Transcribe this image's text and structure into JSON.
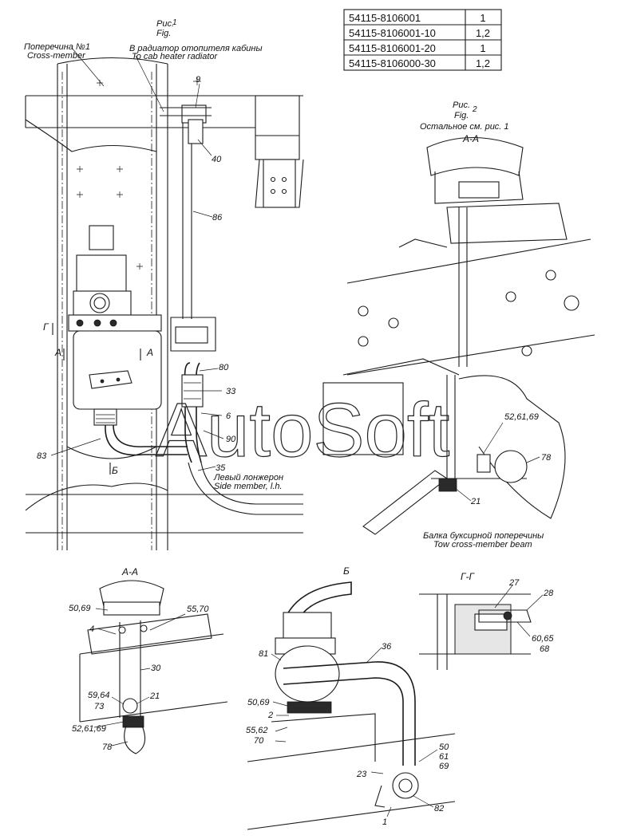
{
  "parts_table": [
    {
      "part": "54115-8106001",
      "qty": "1"
    },
    {
      "part": "54115-8106001-10",
      "qty": "1,2"
    },
    {
      "part": "54115-8106001-20",
      "qty": "1"
    },
    {
      "part": "54115-8106000-30",
      "qty": "1,2"
    }
  ],
  "fig1": {
    "title_ru": "Рис.",
    "num": "1",
    "title_en": "Fig.",
    "crossmember_ru": "Поперечина №1",
    "crossmember_en": "Cross-member",
    "radiator_ru": "В радиатор отопителя кабины",
    "radiator_en": "To cab heater radiator",
    "sidemember_ru": "Левый лонжерон",
    "sidemember_en": "Side member, l.h.",
    "callouts": [
      "9",
      "40",
      "86",
      "80",
      "33",
      "6",
      "90",
      "35",
      "83"
    ],
    "section_g": "Г",
    "section_a": "А",
    "section_b": "Б"
  },
  "fig2": {
    "title_ru": "Рис.",
    "num": "2",
    "title_en": "Fig.",
    "note_ru": "Остальное см. рис. 1",
    "view": "А-А",
    "callouts": [
      "52,61,69",
      "78",
      "21"
    ],
    "beam_ru": "Балка буксирной поперечины",
    "beam_en": "Tow cross-member beam"
  },
  "view_aa": {
    "title": "А-А",
    "callouts": [
      "50,69",
      "4",
      "55,70",
      "30",
      "59,64",
      "73",
      "21",
      "52,61,69",
      "78"
    ]
  },
  "view_b": {
    "title": "Б",
    "callouts": [
      "81",
      "36",
      "50,69",
      "2",
      "55,62",
      "70",
      "50",
      "61",
      "69",
      "23",
      "82",
      "1"
    ]
  },
  "view_gg": {
    "title": "Г-Г",
    "callouts": [
      "27",
      "28",
      "60,65",
      "68"
    ]
  },
  "watermark": "AutoSoft"
}
